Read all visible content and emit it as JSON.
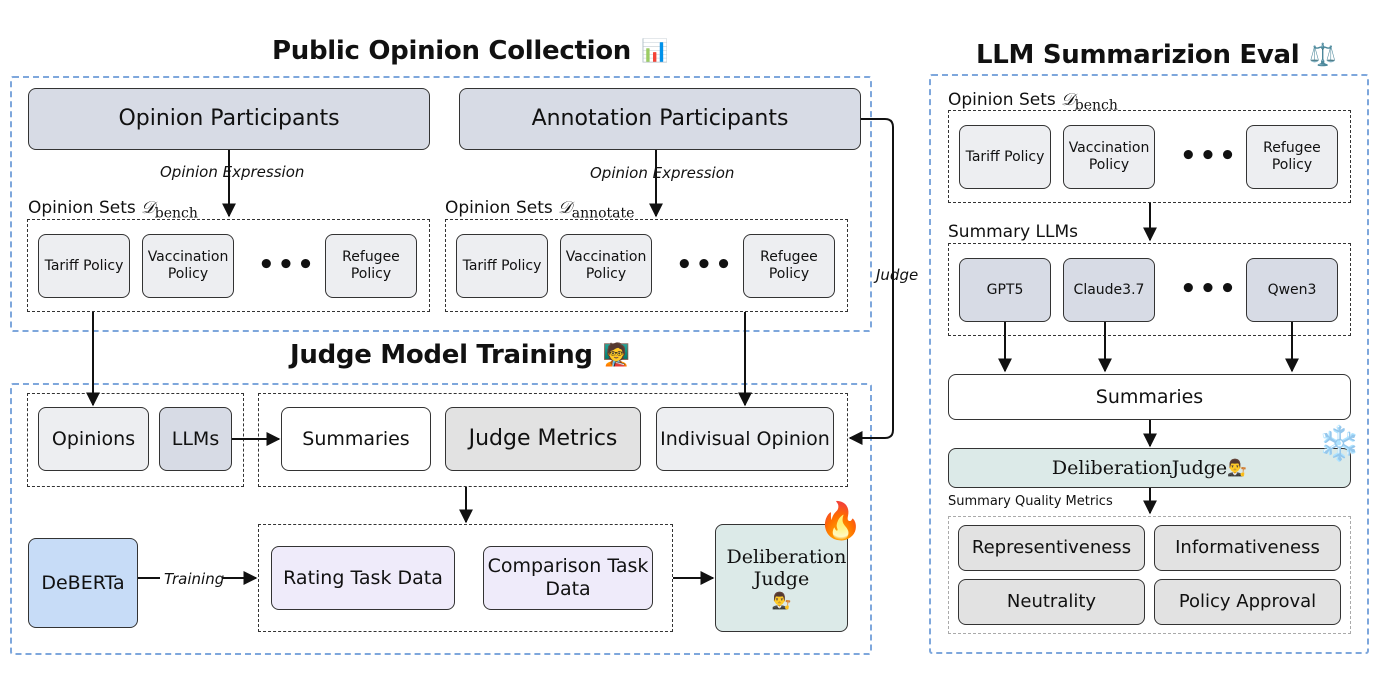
{
  "left": {
    "collection_title": "Public Opinion Collection",
    "collection_icon": "bar-chart-emoji",
    "opinion_participants": "Opinion Participants",
    "annotation_participants": "Annotation Participants",
    "opinion_expression_1": "Opinion Expression",
    "opinion_expression_2": "Opinion Expression",
    "opinion_sets_bench": {
      "prefix": "Opinion Sets ",
      "symbol": "𝒟",
      "subscript": "bench"
    },
    "opinion_sets_annotate": {
      "prefix": "Opinion Sets ",
      "symbol": "𝒟",
      "subscript": "annotate"
    },
    "policies": [
      "Tariff Policy",
      "Vaccination Policy",
      "Refugee Policy"
    ],
    "ellipsis": "•••",
    "judge_label": "Judge",
    "training_title": "Judge Model Training",
    "training_icon": "teacher-emoji",
    "opinions": "Opinions",
    "llms": "LLMs",
    "summaries": "Summaries",
    "judge_metrics": "Judge Metrics",
    "individual_opinion": "Indivisual Opinion",
    "deberta": "DeBERTa",
    "training_label": "Training",
    "rating_task": "Rating Task Data",
    "comparison_task": "Comparison Task Data",
    "deliberation_judge": "Deliberation Judge",
    "fire_icon": "fire-emoji"
  },
  "right": {
    "eval_title": "LLM Summarizion Eval",
    "eval_icon": "balance-scale-emoji",
    "opinion_sets_bench": {
      "prefix": "Opinion Sets ",
      "symbol": "𝒟",
      "subscript": "bench"
    },
    "policies": [
      "Tariff Policy",
      "Vaccination Policy",
      "Refugee Policy"
    ],
    "ellipsis": "•••",
    "summary_llms_label": "Summary LLMs",
    "llms": [
      "GPT5",
      "Claude3.7",
      "Qwen3"
    ],
    "summaries": "Summaries",
    "deliberation_judge": "DeliberationJudge",
    "snowflake_icon": "snowflake-emoji",
    "quality_metrics_label": "Summary Quality Metrics",
    "metrics": [
      "Representiveness",
      "Informativeness",
      "Neutrality",
      "Policy Approval"
    ]
  },
  "colors": {
    "outer_border": "#7ea7dc",
    "box_gray": "#edeef1",
    "box_bluegray": "#d7dbe5",
    "deberta_blue": "#c7dcf7",
    "task_purple": "#efebfa",
    "judge_teal": "#dceae8"
  }
}
